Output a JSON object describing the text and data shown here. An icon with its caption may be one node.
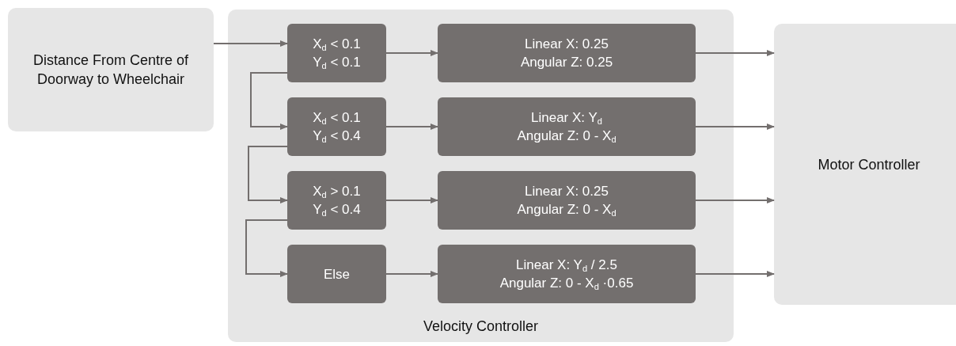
{
  "diagram": {
    "nodes": [
      {
        "text": [
          "Distance From Centre of Doorway to Wheelchair"
        ]
      },
      {
        "text": [
          "Velocity Controller"
        ]
      },
      {
        "text": [
          "X$_{d}$ < 0.1",
          "Y$_{d}$ < 0.1"
        ],
        "in": 1
      },
      {
        "text": [
          "Linear X: 0.25",
          "Angular Z: 0.25"
        ],
        "in": 1
      },
      {
        "text": [
          "X$_{d}$ < 0.1",
          "Y$_{d}$ < 0.4"
        ],
        "in": 1
      },
      {
        "text": [
          "Linear X: Y$_{d}$",
          "Angular Z: 0 - X$_{d}$"
        ],
        "in": 1
      },
      {
        "text": [
          "X$_{d}$ > 0.1",
          "Y$_{d}$ < 0.4"
        ],
        "in": 1
      },
      {
        "text": [
          "Linear X: 0.25",
          "Angular Z: 0 - X$_{d}$"
        ],
        "in": 1
      },
      {
        "text": [
          "Else"
        ],
        "in": 1
      },
      {
        "text": [
          "Linear X: Y$_{d}$ / 2.5",
          "Angular Z: 0 - X$_{d}$ ·0.65"
        ],
        "in": 1
      },
      {
        "text": [
          "Motor Controller"
        ]
      }
    ],
    "edges": [
      {
        "from": 0,
        "to": 2,
        "arrow": "to"
      },
      {
        "from": 2,
        "to": 3,
        "arrow": "to"
      },
      {
        "from": 2,
        "to": 4,
        "arrow": "to"
      },
      {
        "from": 4,
        "to": 5,
        "arrow": "to"
      },
      {
        "from": 4,
        "to": 6,
        "arrow": "to"
      },
      {
        "from": 6,
        "to": 7,
        "arrow": "to"
      },
      {
        "from": 6,
        "to": 8,
        "arrow": "to"
      },
      {
        "from": 8,
        "to": 9,
        "arrow": "to"
      },
      {
        "from": 3,
        "to": 10,
        "arrow": "to"
      },
      {
        "from": 5,
        "to": 10,
        "arrow": "to"
      },
      {
        "from": 7,
        "to": 10,
        "arrow": "to"
      },
      {
        "from": 9,
        "to": 10,
        "arrow": "to"
      }
    ]
  }
}
